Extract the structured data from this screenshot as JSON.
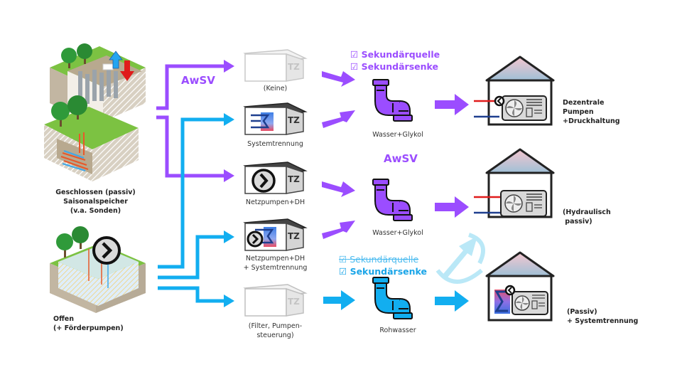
{
  "colors": {
    "purple": "#9b4dff",
    "blue": "#12aef0",
    "light_blue": "#b3e6f7",
    "grass": "#7cc242",
    "soil": "#c2b6a2",
    "tree": "#2f9a3a",
    "hot_red": "#e01b1b",
    "cold_blue": "#1e3f8f"
  },
  "sources": [
    {
      "id": "closed",
      "lines": [
        "Geschlossen (passiv)",
        "Saisonalspeicher",
        "(v.a. Sonden)"
      ]
    },
    {
      "id": "open",
      "lines": [
        "Offen",
        "(+ Förderpumpen)"
      ]
    }
  ],
  "connector_label": "AwSV",
  "technikzentralen": [
    {
      "id": "tz-none",
      "badge": "TZ",
      "icon": "none",
      "label_lines": [
        "(Keine)"
      ],
      "feed": "purple",
      "style": "faded"
    },
    {
      "id": "tz-system",
      "badge": "TZ",
      "icon": "heat-exchanger-icon",
      "label_lines": [
        "Systemtrennung"
      ],
      "feed": "blue",
      "style": "normal"
    },
    {
      "id": "tz-pump",
      "badge": "TZ",
      "icon": "pump-icon",
      "label_lines": [
        "Netzpumpen+DH"
      ],
      "feed": "purple",
      "style": "normal"
    },
    {
      "id": "tz-pump-system",
      "badge": "TZ",
      "icon": "pump-heat-exchanger-icon",
      "label_lines": [
        "Netzpumpen+DH",
        "+ Systemtrennung"
      ],
      "feed": "blue",
      "style": "normal"
    },
    {
      "id": "tz-filter",
      "badge": "TZ",
      "icon": "none",
      "label_lines": [
        "(Filter, Pumpen-",
        "steuerung)"
      ],
      "feed": "blue",
      "style": "faded"
    }
  ],
  "media": [
    {
      "id": "glycol-1",
      "label": "Wasser+Glykol",
      "color": "purple",
      "checks": [
        {
          "mark": "☑",
          "text": "Sekundärquelle",
          "struck": false
        },
        {
          "mark": "☑",
          "text": "Sekundärsenke",
          "struck": false
        }
      ]
    },
    {
      "id": "glycol-2",
      "label": "Wasser+Glykol",
      "color": "purple",
      "heading": "AwSV",
      "checks": []
    },
    {
      "id": "raw-water",
      "label": "Rohwasser",
      "color": "blue",
      "checks": [
        {
          "mark": "☑",
          "text": "Sekundärquelle",
          "struck": true
        },
        {
          "mark": "☑",
          "text": "Sekundärsenke",
          "struck": false
        }
      ]
    }
  ],
  "buildings": [
    {
      "id": "decentral",
      "lines": [
        "Dezentrale",
        "Pumpen",
        "+Druckhaltung"
      ],
      "has_pump": true,
      "has_exchanger": false
    },
    {
      "id": "hydraulic-passive",
      "lines": [
        "(Hydraulisch",
        " passiv)"
      ],
      "has_pump": false,
      "has_exchanger": false
    },
    {
      "id": "passive-system",
      "lines": [
        "(Passiv)",
        "+ Systemtrennung"
      ],
      "has_pump": true,
      "has_exchanger": true
    }
  ]
}
